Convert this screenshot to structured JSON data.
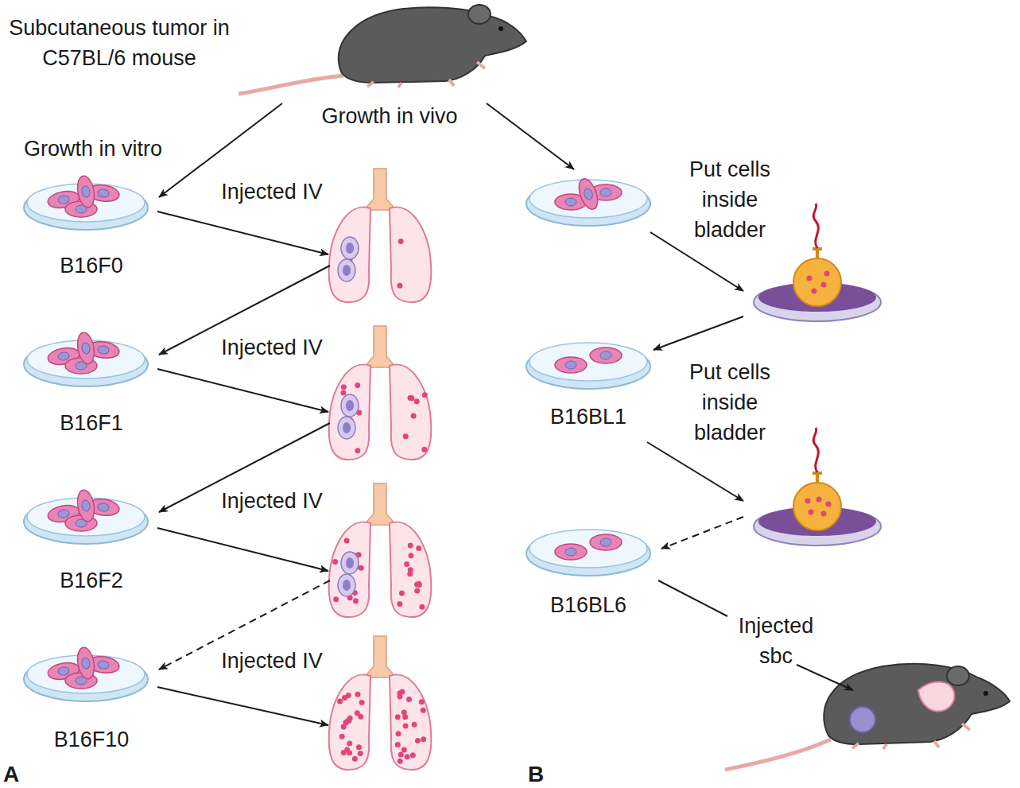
{
  "diagram": {
    "nodes": [
      {
        "text": [
          "B16F0"
        ]
      },
      {
        "text": [
          "B16F1"
        ]
      },
      {
        "text": [
          "B16F2"
        ]
      },
      {
        "text": [
          "B16F10"
        ]
      },
      {
        "text": [
          "B16BL1"
        ]
      },
      {
        "text": [
          "B16BL6"
        ]
      }
    ],
    "labels": [
      "Subcutaneous tumor in C57BL/6 mouse",
      "Growth in vivo",
      "Growth in vitro",
      "Injected IV",
      "Injected IV",
      "Injected IV",
      "Injected IV",
      "Put cells inside bladder",
      "Put cells inside bladder",
      "Injected sbc",
      "A",
      "B"
    ]
  }
}
